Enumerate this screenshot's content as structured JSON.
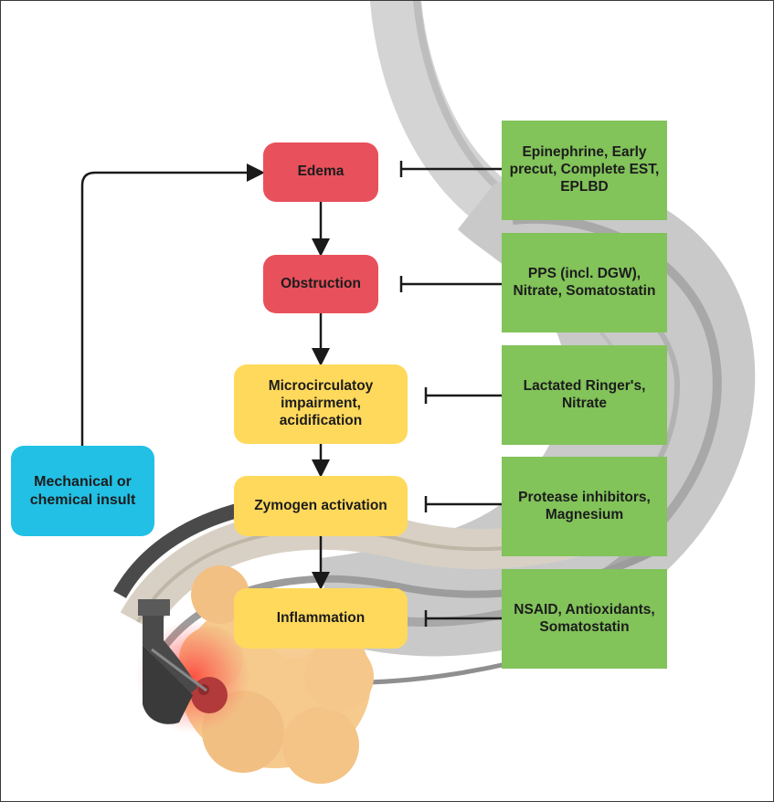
{
  "colors": {
    "damage_step": "#e8505b",
    "cellular_step": "#ffd95c",
    "treatment": "#82c35a",
    "insult": "#22c0e4",
    "arrow": "#1a1a1a"
  },
  "insult": {
    "label": "Mechanical or chemical insult"
  },
  "cascade": [
    {
      "id": "edema",
      "label": "Edema",
      "color": "red"
    },
    {
      "id": "obstruction",
      "label": "Obstruction",
      "color": "red"
    },
    {
      "id": "microcirculatory",
      "label": "Microcirculatoy impairment, acidification",
      "color": "yellow"
    },
    {
      "id": "zymogen",
      "label": "Zymogen activation",
      "color": "yellow"
    },
    {
      "id": "inflammation",
      "label": "Inflammation",
      "color": "yellow"
    }
  ],
  "treatments": [
    {
      "targets": "edema",
      "label": "Epinephrine, Early precut, Complete EST, EPLBD"
    },
    {
      "targets": "obstruction",
      "label": "PPS (incl. DGW), Nitrate, Somatostatin"
    },
    {
      "targets": "microcirculatory",
      "label": "Lactated Ringer's, Nitrate"
    },
    {
      "targets": "zymogen",
      "label": "Protease inhibitors, Magnesium"
    },
    {
      "targets": "inflammation",
      "label": "NSAID, Antioxidants, Somatostatin"
    }
  ],
  "background_illustration": [
    "stomach-duodenum",
    "endoscope",
    "inflamed-pancreas"
  ]
}
